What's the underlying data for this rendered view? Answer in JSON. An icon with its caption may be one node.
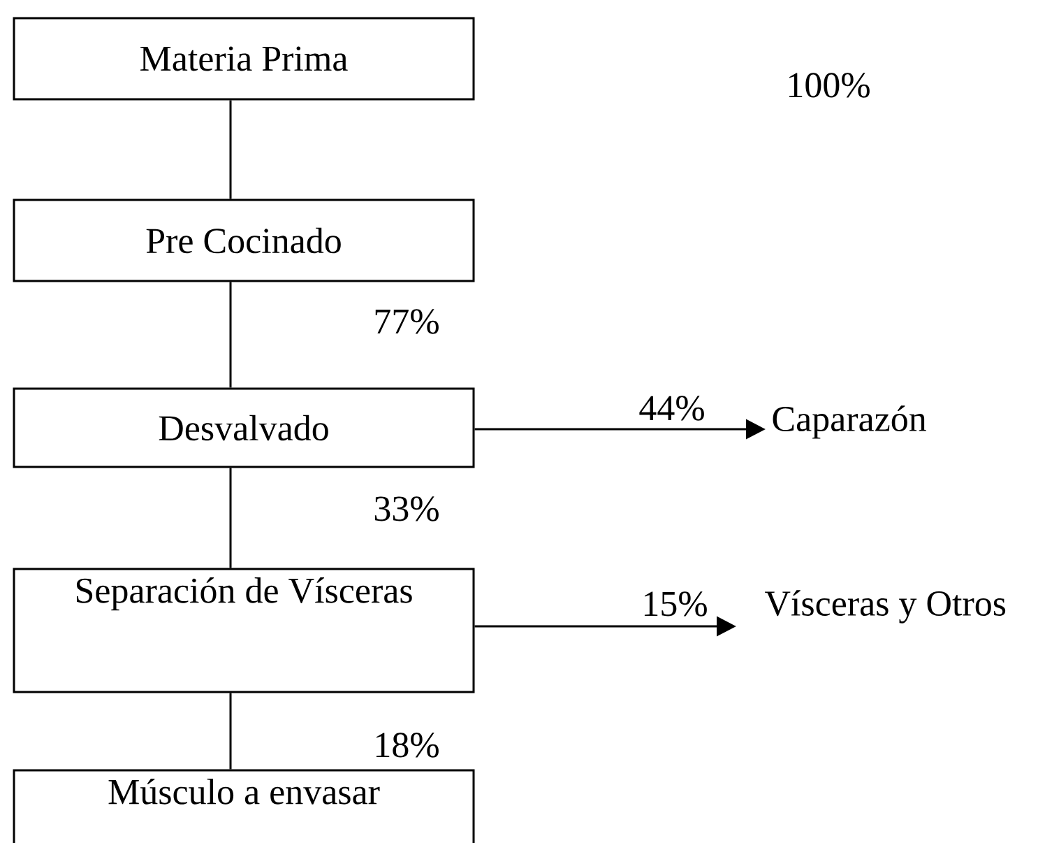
{
  "diagram": {
    "nodes": [
      {
        "text": [
          "Materia Prima"
        ]
      },
      {
        "text": [
          "Pre Cocinado"
        ]
      },
      {
        "text": [
          "Desvalvado"
        ]
      },
      {
        "text": [
          "Separación de Vísceras"
        ]
      },
      {
        "text": [
          "Músculo a envasar"
        ]
      },
      {
        "text": [
          "Caparazón"
        ]
      },
      {
        "text": [
          "Vísceras y Otros"
        ]
      }
    ],
    "edges": [
      {
        "from": 0,
        "to": 1,
        "arrow": "none"
      },
      {
        "from": 1,
        "to": 2,
        "arrow": "none"
      },
      {
        "from": 2,
        "to": 3,
        "arrow": "none"
      },
      {
        "from": 3,
        "to": 4,
        "arrow": "none"
      },
      {
        "from": 2,
        "to": 5,
        "arrow": "to",
        "label": "44%"
      },
      {
        "from": 3,
        "to": 6,
        "arrow": "to",
        "label": "15%"
      }
    ],
    "labels": [
      "100%",
      "77%",
      "33%",
      "18%"
    ]
  }
}
